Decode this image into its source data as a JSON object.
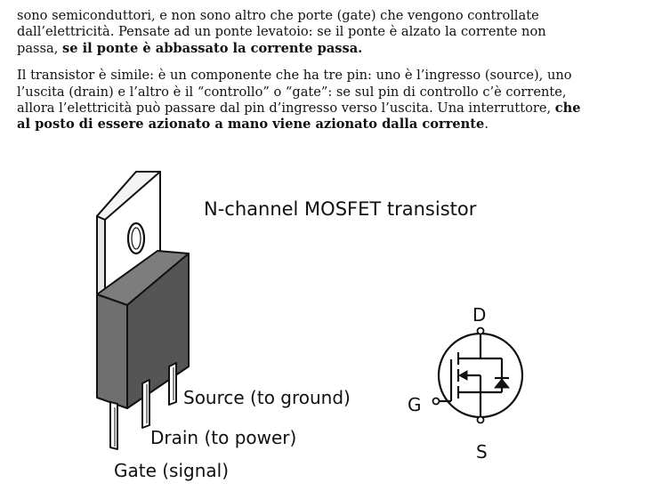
{
  "paragraph1": {
    "line1": "sono semiconduttori, e non sono altro che porte (gate) che vengono controllate",
    "line2": "dall’elettricità. Pensate ad un ponte levatoio: se il ponte è alzato la corrente non",
    "line3_plain": "passa, ",
    "line3_bold": "se il ponte è abbassato la corrente passa."
  },
  "paragraph2": {
    "line1": "Il transistor è simile: è un componente che ha tre pin: uno è l’ingresso (source), uno",
    "line2": "l’uscita (drain) e l’altro è il “controllo” o “gate”: se sul pin di controllo c’è corrente,",
    "line3_plain": "allora l’elettricità può passare dal pin d’ingresso verso l’uscita. Una interruttore, ",
    "line3_bold": "che",
    "line4_bold": "al posto di essere azionato a mano viene azionato dalla corrente",
    "line4_end": "."
  },
  "figure": {
    "title": "N-channel MOSFET transistor",
    "labels": {
      "source": "Source  (to ground)",
      "drain": "Drain (to power)",
      "gate": "Gate (signal)"
    },
    "symbol": {
      "d": "D",
      "g": "G",
      "s": "S"
    }
  }
}
